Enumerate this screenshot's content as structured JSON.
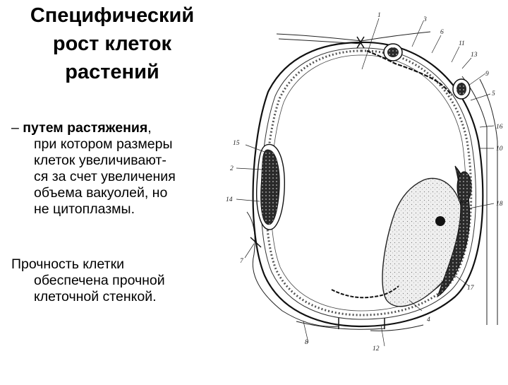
{
  "slide": {
    "title_lines": [
      "Специфический",
      "рост клеток",
      "растений"
    ],
    "paragraph1": {
      "dash": "–",
      "bold_text": "путем растяжения",
      "after_bold": ",",
      "lines": [
        "при котором размеры",
        "клеток увеличивают-",
        "ся за счет увеличения",
        "объема вакуолей, но",
        "не цитоплазмы."
      ]
    },
    "paragraph2": {
      "lines": [
        "Прочность клетки",
        "обеспечена прочной",
        "клеточной стенкой."
      ]
    },
    "diagram": {
      "description": "plant-cell-structure-drawing",
      "labels": {
        "l1": "1",
        "l2": "2",
        "l3": "3",
        "l4": "4",
        "l5": "5",
        "l6": "6",
        "l7": "7",
        "l8": "8",
        "l9": "9",
        "l10": "10",
        "l11": "11",
        "l12": "12",
        "l13": "13",
        "l14": "14",
        "l15": "15",
        "l16": "16",
        "l17": "17",
        "l18": "18"
      }
    }
  }
}
